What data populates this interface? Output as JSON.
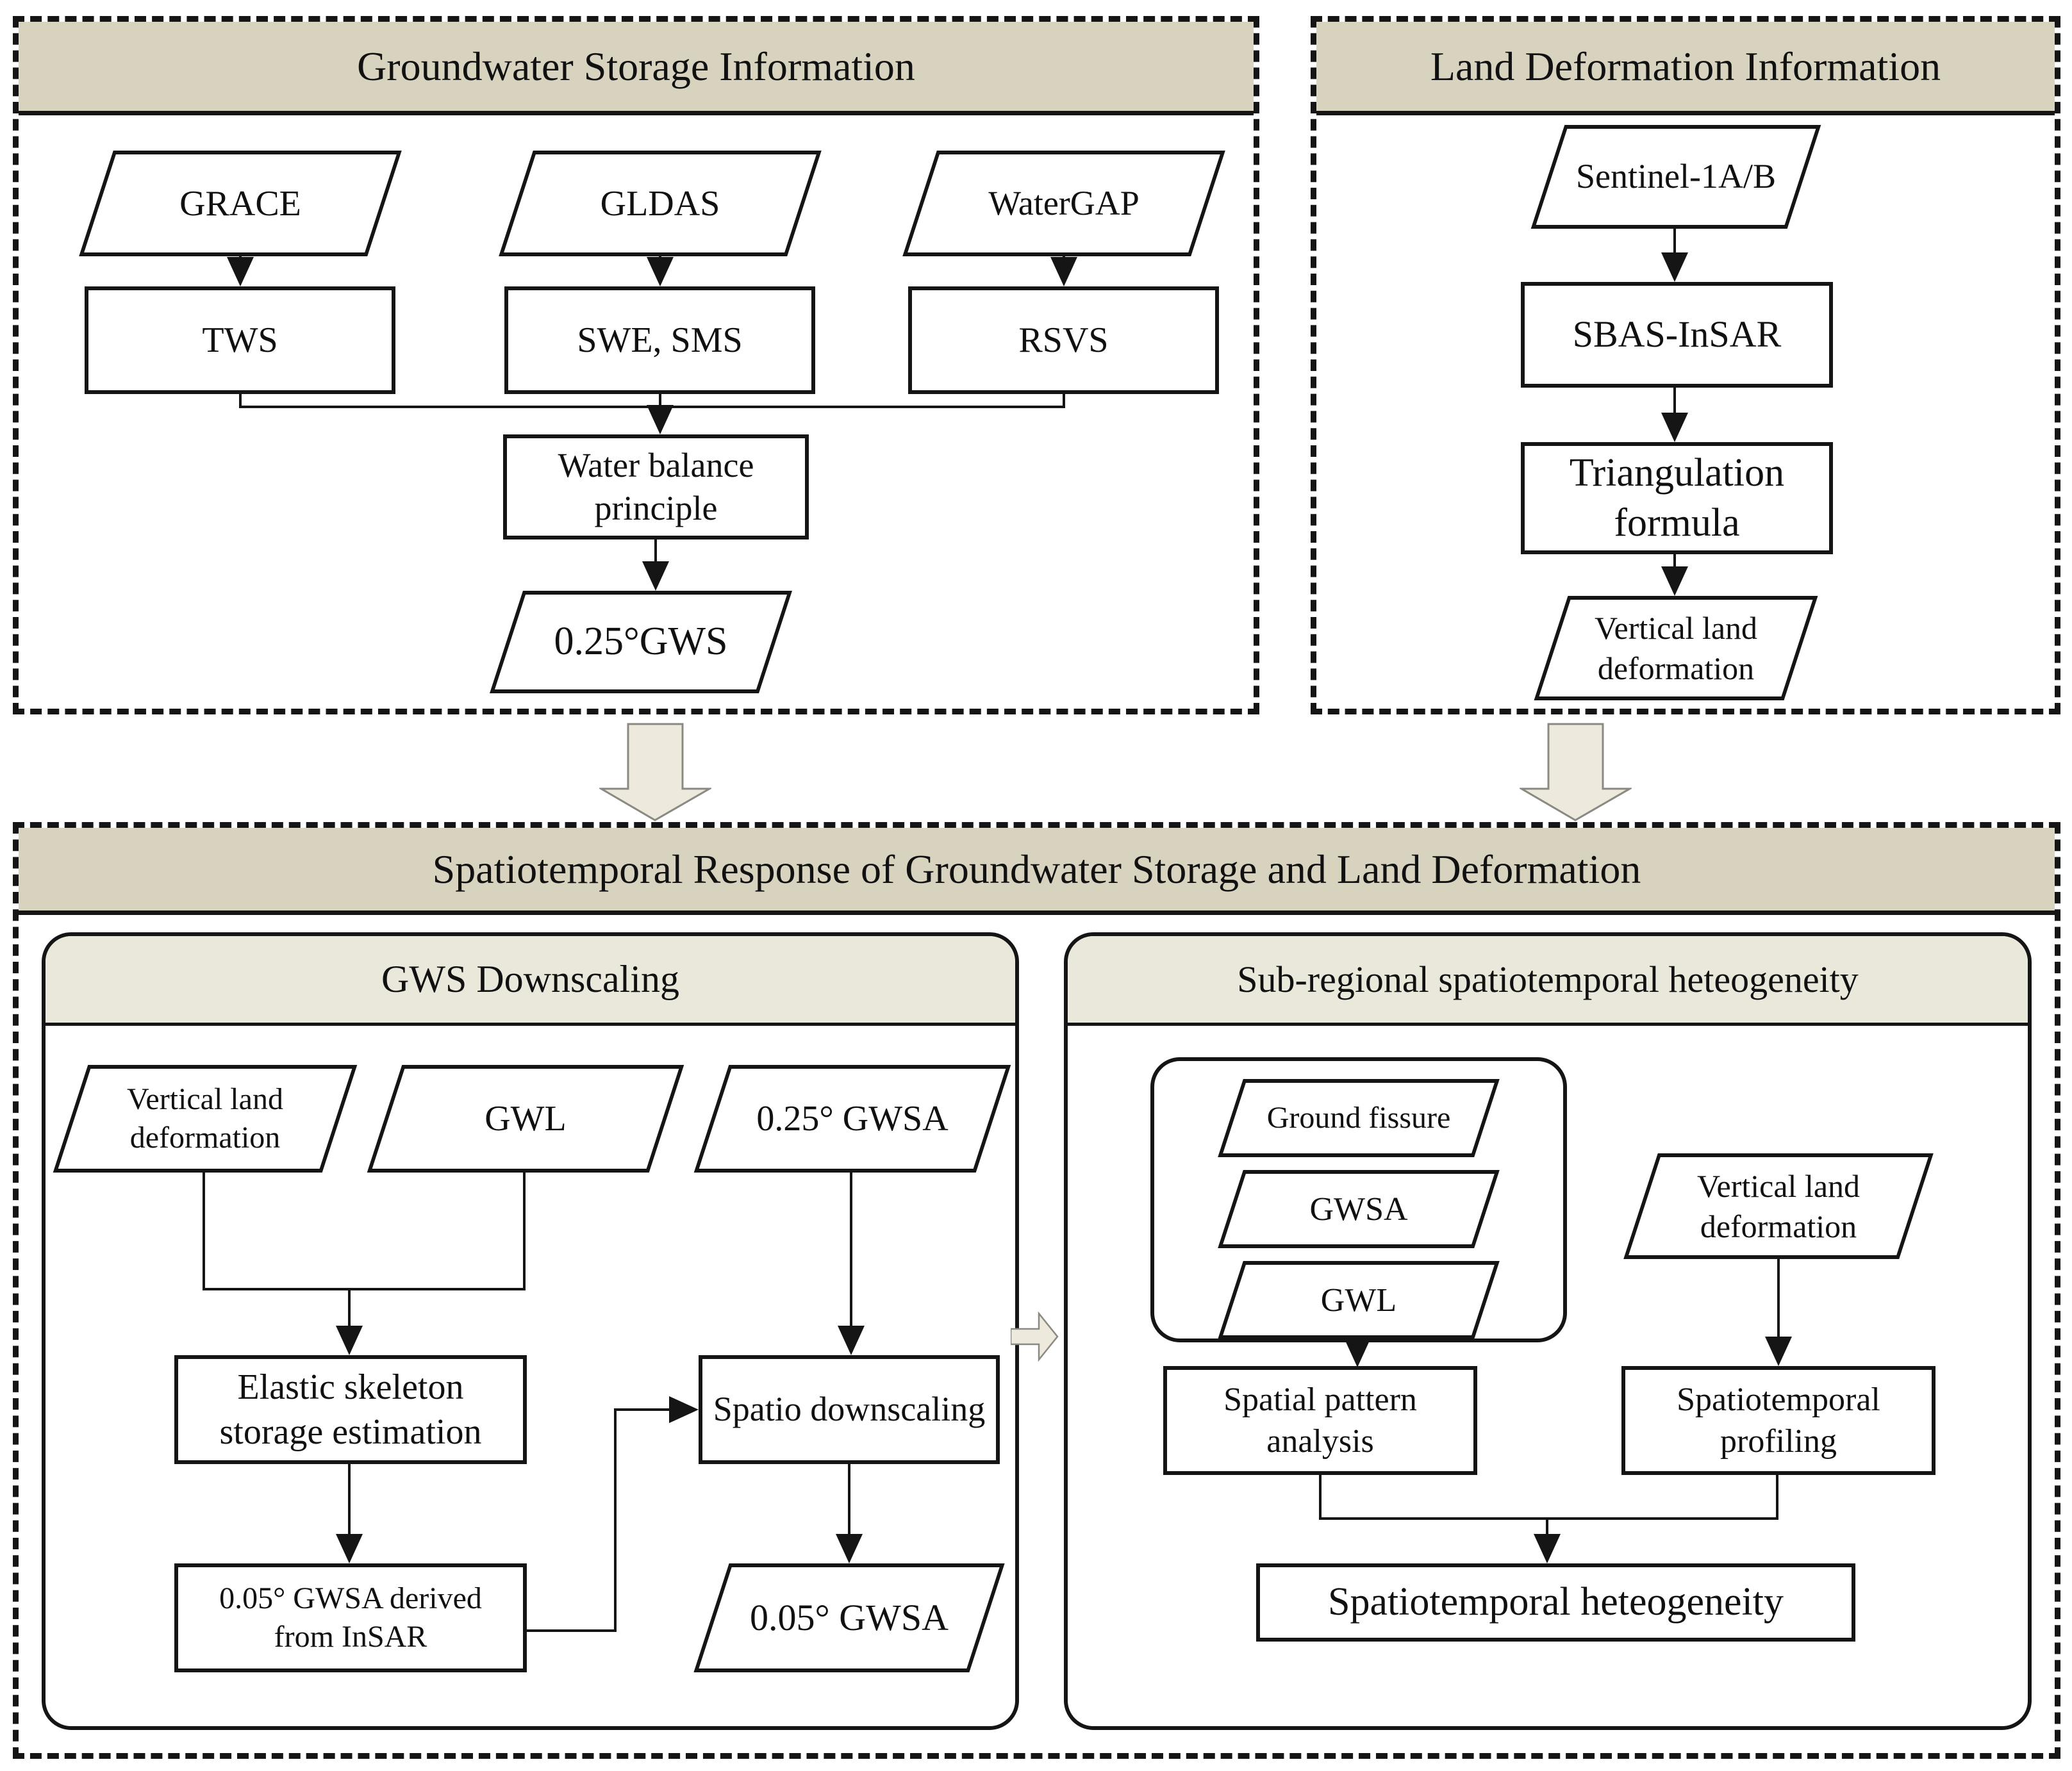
{
  "colors": {
    "header_bg": "#d8d3bf",
    "inner_header_bg": "#eae7db",
    "big_arrow_fill": "#edeadd",
    "big_arrow_stroke": "#8a8a82",
    "line": "#151515",
    "node_bg": "#ffffff"
  },
  "top_left": {
    "title": "Groundwater Storage Information",
    "sources": [
      "GRACE",
      "GLDAS",
      "WaterGAP"
    ],
    "derived": [
      "TWS",
      "SWE, SMS",
      "RSVS"
    ],
    "process": "Water balance principle",
    "output": "0.25°GWS"
  },
  "top_right": {
    "title": "Land Deformation Information",
    "source": "Sentinel-1A/B",
    "method": "SBAS-InSAR",
    "process": "Triangulation formula",
    "output": "Vertical land deformation"
  },
  "bottom": {
    "title": "Spatiotemporal Response of Groundwater Storage and Land Deformation",
    "gws_downscaling": {
      "title": "GWS Downscaling",
      "inputs": [
        "Vertical land deformation",
        "GWL",
        "0.25° GWSA"
      ],
      "estimation": "Elastic skeleton storage estimation",
      "insar_gwsa": "0.05° GWSA derived from InSAR",
      "spatio": "Spatio downscaling",
      "output": "0.05° GWSA"
    },
    "subregional": {
      "title": "Sub-regional spatiotemporal heteogeneity",
      "group_inputs": [
        "Ground fissure",
        "GWSA",
        "GWL"
      ],
      "deformation_input": "Vertical land deformation",
      "spatial_analysis": "Spatial pattern analysis",
      "profiling": "Spatiotemporal profiling",
      "output": "Spatiotemporal heteogeneity"
    }
  }
}
